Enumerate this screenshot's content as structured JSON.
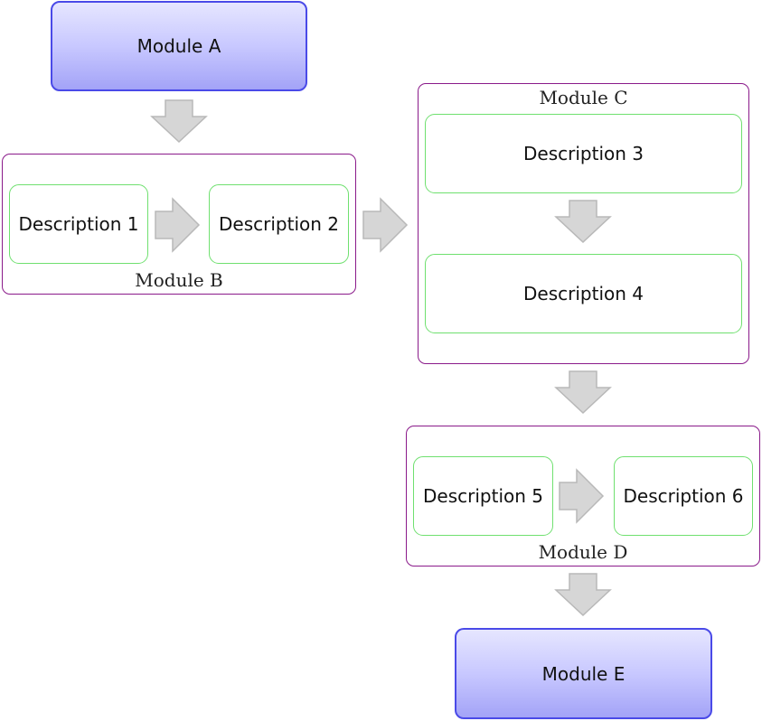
{
  "modules": {
    "a": "Module A",
    "b": "Module B",
    "c": "Module C",
    "d": "Module D",
    "e": "Module E"
  },
  "descriptions": {
    "d1": "Description 1",
    "d2": "Description 2",
    "d3": "Description 3",
    "d4": "Description 4",
    "d5": "Description 5",
    "d6": "Description 6"
  },
  "colors": {
    "module_fill": "#c8c8ff",
    "module_border": "#4a4ae8",
    "container_border": "#8a1a8a",
    "description_border": "#6fe06f",
    "arrow_fill": "#d6d6d6",
    "arrow_stroke": "#b8b8b8"
  }
}
